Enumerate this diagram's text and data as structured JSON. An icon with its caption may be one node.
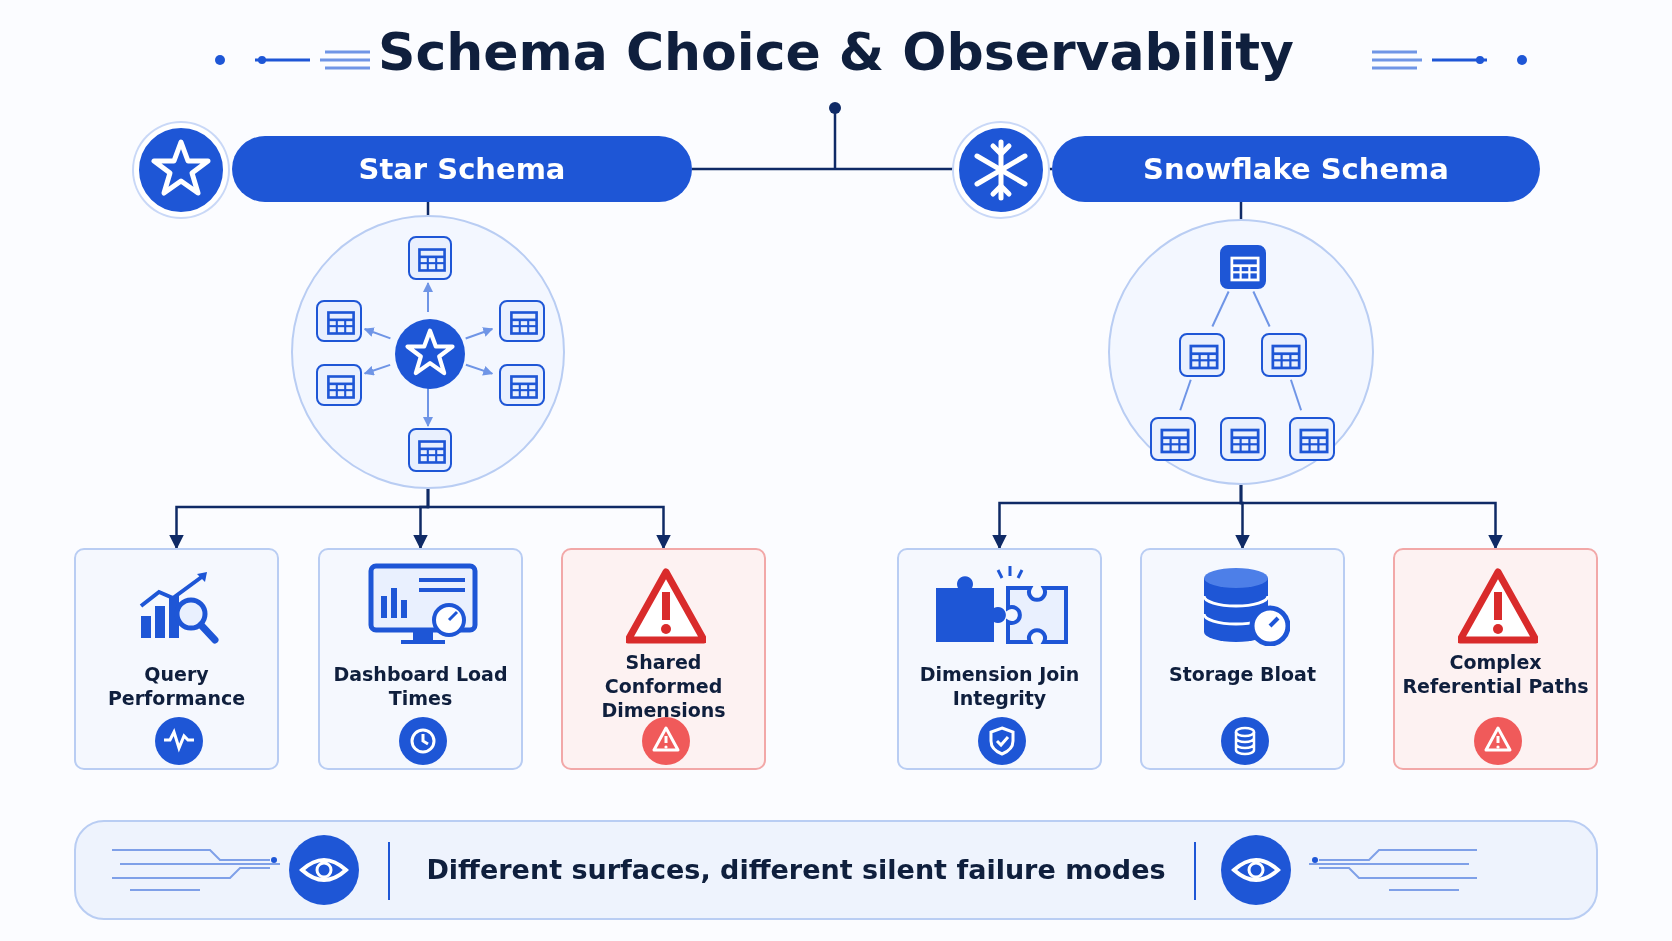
{
  "diagram": {
    "title": "Schema Choice & Observability",
    "nodes": [
      {
        "text": [
          "Star Schema"
        ]
      },
      {
        "text": [
          "Snowflake Schema"
        ]
      },
      {
        "text": [],
        "shape": "circle"
      },
      {
        "text": [],
        "shape": "circle",
        "in": 2
      },
      {
        "text": [],
        "shape": "box",
        "in": 2
      },
      {
        "text": [],
        "shape": "box",
        "in": 2
      },
      {
        "text": [],
        "shape": "box",
        "in": 2
      },
      {
        "text": [],
        "shape": "box",
        "in": 2
      },
      {
        "text": [],
        "shape": "box",
        "in": 2
      },
      {
        "text": [],
        "shape": "box",
        "in": 2
      },
      {
        "text": [],
        "shape": "circle"
      },
      {
        "text": [],
        "shape": "box",
        "in": 10
      },
      {
        "text": [],
        "shape": "box",
        "in": 10
      },
      {
        "text": [],
        "shape": "box",
        "in": 10
      },
      {
        "text": [],
        "shape": "box",
        "in": 10
      },
      {
        "text": [],
        "shape": "box",
        "in": 10
      },
      {
        "text": [],
        "shape": "box",
        "in": 10
      },
      {
        "text": [
          "Query Performance"
        ]
      },
      {
        "text": [
          "Dashboard Load Times"
        ]
      },
      {
        "text": [
          "Shared Conformed Dimensions"
        ]
      },
      {
        "text": [
          "Dimension Join Integrity"
        ]
      },
      {
        "text": [
          "Storage Bloat"
        ]
      },
      {
        "text": [
          "Complex Referential Paths"
        ]
      },
      {
        "text": [
          "Different surfaces, different silent failure modes"
        ]
      }
    ],
    "edges": [
      {
        "from": 0,
        "to": 1,
        "arrow": "none",
        "color": "#0f2a66"
      },
      {
        "from": 0,
        "to": 2,
        "arrow": "none",
        "color": "#0f2a66"
      },
      {
        "from": 1,
        "to": 10,
        "arrow": "none",
        "color": "#0f2a66"
      },
      {
        "from": 3,
        "to": 4,
        "arrow": "to"
      },
      {
        "from": 3,
        "to": 5,
        "arrow": "to"
      },
      {
        "from": 3,
        "to": 6,
        "arrow": "to"
      },
      {
        "from": 3,
        "to": 7,
        "arrow": "to"
      },
      {
        "from": 3,
        "to": 8,
        "arrow": "to"
      },
      {
        "from": 3,
        "to": 9,
        "arrow": "to"
      },
      {
        "from": 11,
        "to": 12,
        "arrow": "none"
      },
      {
        "from": 11,
        "to": 13,
        "arrow": "none"
      },
      {
        "from": 12,
        "to": 14,
        "arrow": "none"
      },
      {
        "from": 13,
        "to": 16,
        "arrow": "none"
      },
      {
        "from": 2,
        "to": 17,
        "arrow": "to",
        "color": "#0f2a66"
      },
      {
        "from": 2,
        "to": 18,
        "arrow": "to",
        "color": "#0f2a66"
      },
      {
        "from": 2,
        "to": 19,
        "arrow": "to",
        "color": "#0f2a66"
      },
      {
        "from": 10,
        "to": 20,
        "arrow": "to",
        "color": "#0f2a66"
      },
      {
        "from": 10,
        "to": 21,
        "arrow": "to",
        "color": "#0f2a66"
      },
      {
        "from": 10,
        "to": 22,
        "arrow": "to",
        "color": "#0f2a66"
      }
    ]
  }
}
